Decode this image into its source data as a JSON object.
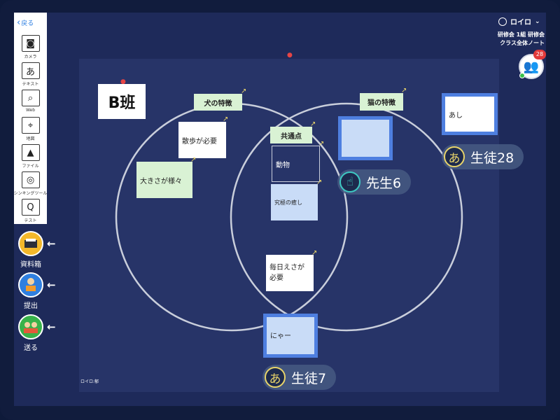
{
  "toolbar": {
    "back_label": "戻る",
    "tools": [
      {
        "label": "カメラ",
        "icon": "camera-icon",
        "glyph": "◙"
      },
      {
        "label": "テキスト",
        "icon": "text-icon",
        "glyph": "あ"
      },
      {
        "label": "Web",
        "icon": "web-search-icon",
        "glyph": "⌕"
      },
      {
        "label": "地図",
        "icon": "map-icon",
        "glyph": "⌖"
      },
      {
        "label": "ファイル",
        "icon": "file-image-icon",
        "glyph": "▲"
      },
      {
        "label": "シンキングツール",
        "icon": "thinking-tool-icon",
        "glyph": "◎"
      },
      {
        "label": "テスト",
        "icon": "test-icon",
        "glyph": "Q"
      }
    ]
  },
  "side_buttons": [
    {
      "label": "資料箱",
      "icon": "materials-box-icon",
      "color": "#f3b82b"
    },
    {
      "label": "提出",
      "icon": "submit-icon",
      "color": "#2f7fe0"
    },
    {
      "label": "送る",
      "icon": "send-icon",
      "color": "#38b24a"
    }
  ],
  "header": {
    "user_name": "ロイロ",
    "course_line1": "研修会 1組 研修会",
    "course_line2": "クラス全体ノート",
    "participant_count": "28"
  },
  "board": {
    "group_label": "B班",
    "corner_label": "ロイロ:郁",
    "cards": {
      "dog_title": "犬の特徴",
      "cat_title": "猫の特徴",
      "common_title": "共通点",
      "walk": "散歩が必要",
      "size": "大きさが様々",
      "animal": "動物",
      "healing": "究極の癒し",
      "feed": "毎日えさが必要",
      "ashi": "あし",
      "nyaa": "にゃー"
    }
  },
  "cursors": {
    "student28": "生徒28",
    "teacher6": "先生6",
    "student7": "生徒7",
    "student_icon_char": "あ"
  },
  "colors": {
    "background": "#1e2a5a",
    "board": "#273468",
    "frame_blue": "#4e7fe0",
    "accent_yellow": "#e8d46a"
  }
}
